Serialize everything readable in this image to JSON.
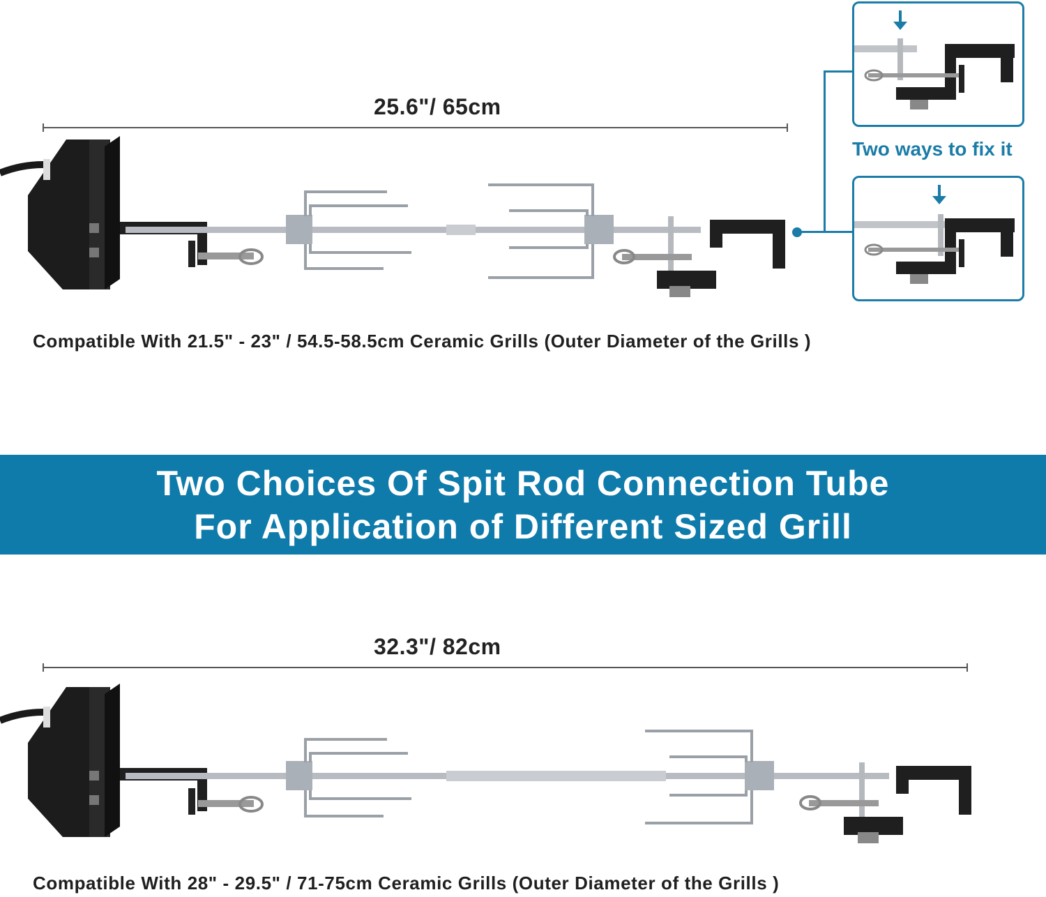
{
  "top": {
    "dimension": "25.6\"/ 65cm",
    "caption": "Compatible With 21.5\" - 23\" / 54.5-58.5cm Ceramic Grills (Outer Diameter of the Grills )"
  },
  "fix_panel": {
    "label": "Two ways to fix it"
  },
  "banner": {
    "line1": "Two Choices Of Spit Rod Connection Tube",
    "line2": "For Application of Different Sized Grill"
  },
  "bottom": {
    "dimension": "32.3\"/ 82cm",
    "caption": "Compatible With 28\" - 29.5\" / 71-75cm Ceramic Grills (Outer Diameter of the Grills )"
  },
  "colors": {
    "accent": "#0e7bab",
    "motor": "#1b1b1b",
    "steel": "#b8bcc2"
  }
}
